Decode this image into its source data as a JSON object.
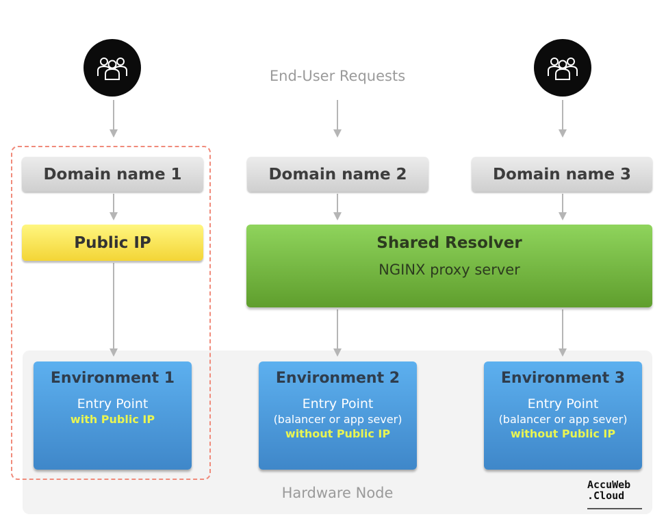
{
  "diagram": {
    "requests_label": "End-User Requests",
    "domains": [
      "Domain name 1",
      "Domain name 2",
      "Domain name 3"
    ],
    "public_ip": "Public IP",
    "resolver": {
      "title": "Shared Resolver",
      "subtitle": "NGINX proxy server"
    },
    "environments": [
      {
        "title": "Environment 1",
        "entry": "Entry Point",
        "note": "",
        "ip": "with Public IP"
      },
      {
        "title": "Environment 2",
        "entry": "Entry Point",
        "note": "(balancer or app sever)",
        "ip": "without Public IP"
      },
      {
        "title": "Environment 3",
        "entry": "Entry Point",
        "note": "(balancer or app sever)",
        "ip": "without Public IP"
      }
    ],
    "hardware_label": "Hardware Node"
  },
  "logo": {
    "line1": "AccuWeb",
    "line2": ".Cloud"
  },
  "colors": {
    "arrow": "#b5b5b5",
    "public_ip": "#f3d536",
    "resolver": "#7abd44",
    "environment": "#4a98dc",
    "highlight": "#f08a7a",
    "ip_text": "#e9f552"
  },
  "icons": [
    "users-group-icon",
    "arrow-down-icon"
  ]
}
